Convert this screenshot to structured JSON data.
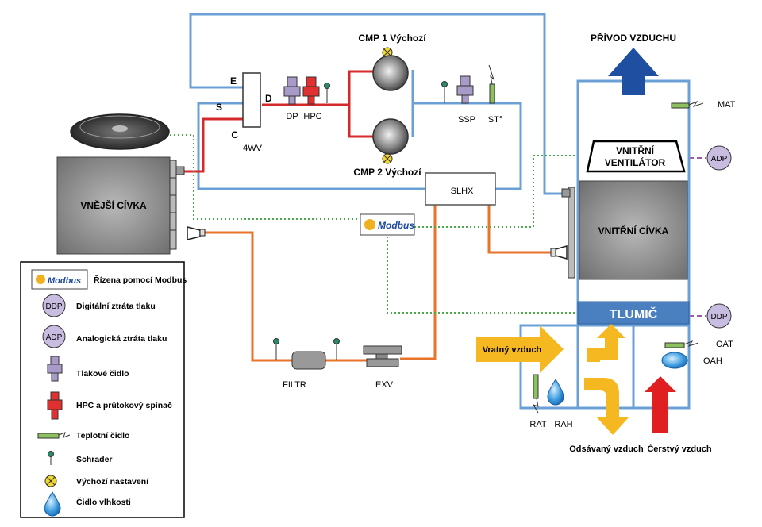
{
  "colors": {
    "blue_pipe": "#6aa0d6",
    "red_pipe": "#d42a2a",
    "orange_pipe": "#e8732a",
    "green_dotted": "#4caa4c",
    "purple_dashed": "#9a5aa8",
    "supply_arrow": "#1f4fa0",
    "yellow_arrow": "#f5b820",
    "red_arrow": "#e02020",
    "damper_bar": "#4a7fc0",
    "sensor_green": "#8cc060",
    "pressure_purple": "#a89bc9",
    "hpc_red": "#e03030",
    "adp_fill": "#c8bce0"
  },
  "labels": {
    "cmp1": "CMP 1 Výchozí",
    "cmp2": "CMP 2 Výchozí",
    "supply_air": "PŘÍVOD VZDUCHU",
    "mat": "MAT",
    "indoor_fan_line1": "VNITŘNÍ",
    "indoor_fan_line2": "VENTILÁTOR",
    "adp_top": "ADP",
    "ddp_damper": "DDP",
    "indoor_coil": "VNITŘNÍ CÍVKA",
    "outdoor_coil": "VNĚJŠÍ CÍVKA",
    "damper": "TLUMIČ",
    "slhx": "SLHX",
    "modbus": "Modbus",
    "four_wv": "4WV",
    "port_e": "E",
    "port_s": "S",
    "port_d": "D",
    "port_c": "C",
    "dp": "DP",
    "hpc": "HPC",
    "ssp": "SSP",
    "st": "ST°",
    "filter": "FILTR",
    "exv": "EXV",
    "return_air": "Vratný vzduch",
    "oat": "OAT",
    "oah": "OAH",
    "rat": "RAT",
    "rah": "RAH",
    "exhaust_air": "Odsávaný vzduch",
    "fresh_air": "Čerstvý vzduch"
  },
  "legend": {
    "modbus": "Řízena pomocí Modbus",
    "ddp_symbol": "DDP",
    "ddp": "Digitální ztráta tlaku",
    "adp_symbol": "ADP",
    "adp": "Analogická ztráta tlaku",
    "pressure_sensor": "Tlakové čidlo",
    "hpc_switch": "HPC a průtokový spínač",
    "temp_sensor": "Teplotní čidlo",
    "schrader": "Schrader",
    "default_setting": "Výchozí nastavení",
    "humidity_sensor": "Čidlo vlhkosti"
  }
}
